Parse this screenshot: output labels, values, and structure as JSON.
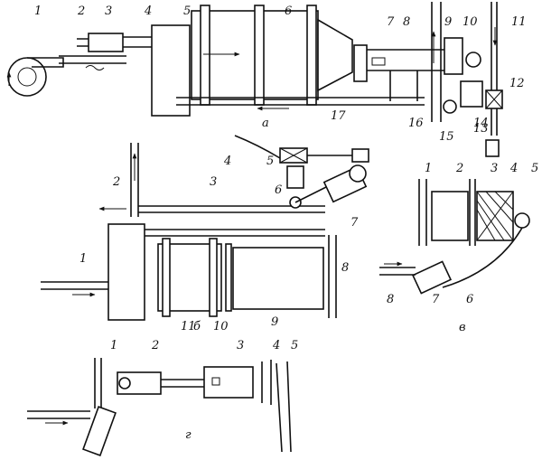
{
  "figure": {
    "panels": [
      {
        "id": "a",
        "label": "а",
        "callouts": [
          "1",
          "2",
          "3",
          "4",
          "5",
          "6",
          "7",
          "8",
          "9",
          "10",
          "11",
          "12",
          "13",
          "14",
          "15",
          "16",
          "17"
        ]
      },
      {
        "id": "b",
        "label": "б",
        "callouts": [
          "1",
          "2",
          "3",
          "4",
          "5",
          "6",
          "7",
          "8",
          "9",
          "10",
          "11"
        ]
      },
      {
        "id": "v",
        "label": "в",
        "callouts": [
          "1",
          "2",
          "3",
          "4",
          "5",
          "6",
          "7",
          "8"
        ]
      },
      {
        "id": "g",
        "label": "г",
        "callouts": [
          "1",
          "2",
          "3",
          "4",
          "5"
        ]
      }
    ]
  }
}
